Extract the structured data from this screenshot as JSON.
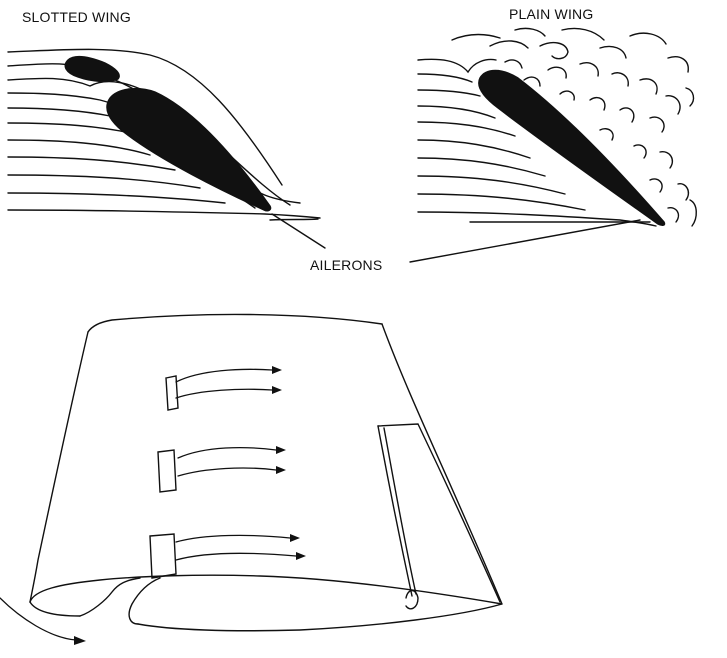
{
  "labels": {
    "slotted_wing": "SLOTTED WING",
    "plain_wing": "PLAIN WING",
    "ailerons": "AILERONS"
  },
  "colors": {
    "ink": "#111111",
    "background": "#ffffff"
  }
}
